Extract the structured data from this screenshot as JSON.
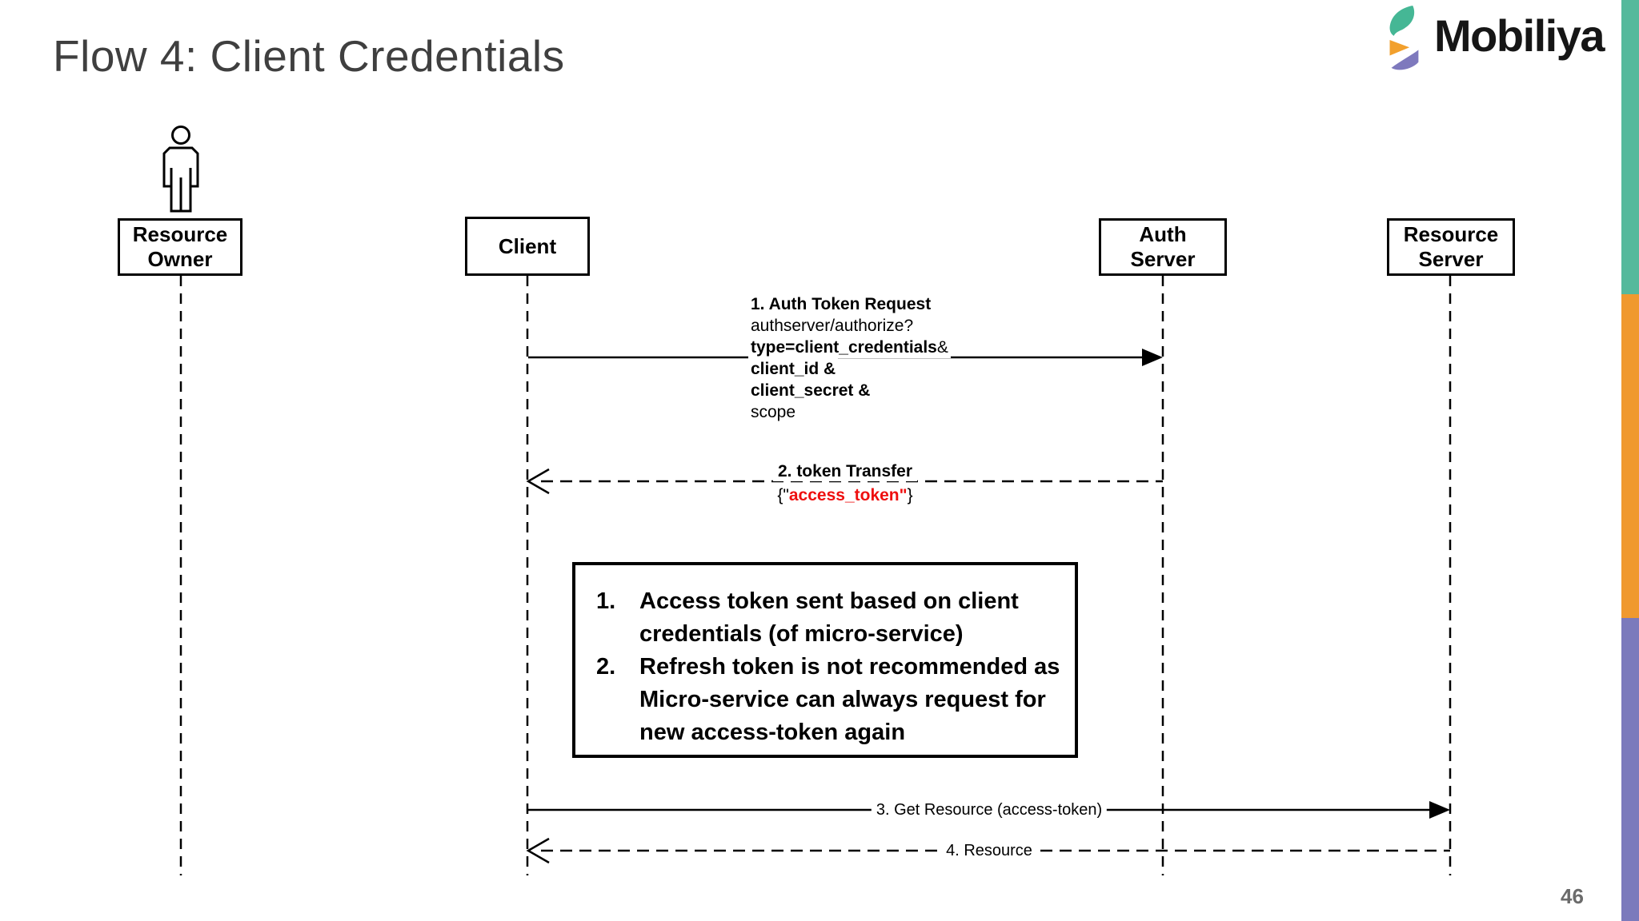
{
  "slide": {
    "title": "Flow 4: Client Credentials",
    "page_number": "46"
  },
  "logo": {
    "text": "Mobiliya",
    "mark_colors": {
      "teal": "#45b795",
      "orange": "#f2a02d",
      "purple": "#7e79bd"
    }
  },
  "accent_bars": {
    "teal": "#55b99c",
    "orange": "#f0992f",
    "purple": "#7b7abc"
  },
  "actors": [
    {
      "id": "resource-owner",
      "label": "Resource Owner"
    },
    {
      "id": "client",
      "label": "Client"
    },
    {
      "id": "auth-server",
      "label": "Auth Server"
    },
    {
      "id": "resource-server",
      "label": "Resource Server"
    }
  ],
  "messages": {
    "msg1": {
      "title": "1. Auth Token Request",
      "line2": "authserver/authorize?",
      "line3_bold": "type=client_credentials",
      "line3_amp": "&",
      "line4": "client_id &",
      "line5": "client_secret &",
      "line6": "scope"
    },
    "msg2": {
      "title": "2. token Transfer",
      "payload_pre": "{\"",
      "payload_token": "access_token\"",
      "payload_post": "}",
      "token_color": "#ee0f0f"
    },
    "msg3": {
      "label": "3. Get Resource (access-token)"
    },
    "msg4": {
      "label": "4. Resource"
    }
  },
  "note": {
    "items": [
      {
        "num": "1.",
        "lines": [
          "Access token sent based on client",
          "credentials (of micro-service)"
        ]
      },
      {
        "num": "2.",
        "lines": [
          "Refresh token is not recommended as",
          "Micro-service can always request for",
          "new access-token again"
        ]
      }
    ]
  }
}
